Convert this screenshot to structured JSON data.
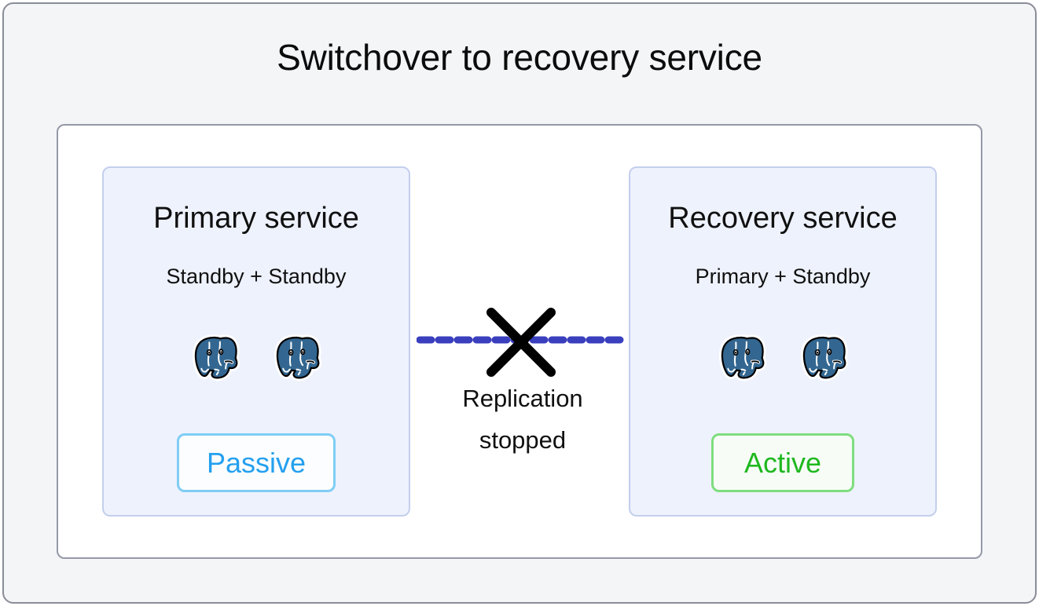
{
  "diagram": {
    "title": "Switchover to recovery service",
    "type": "database-failover-topology"
  },
  "services": [
    {
      "name": "Primary service",
      "roles": "Standby + Standby",
      "nodes": [
        "postgresql-elephant-icon",
        "postgresql-elephant-icon"
      ],
      "node_count": 2,
      "status": "Passive",
      "status_color": "#24a0ef",
      "status_border_color": "#7fcdf5"
    },
    {
      "name": "Recovery service",
      "roles": "Primary + Standby",
      "nodes": [
        "postgresql-elephant-icon",
        "postgresql-elephant-icon"
      ],
      "node_count": 2,
      "status": "Active",
      "status_color": "#1fb81f",
      "status_border_color": "#7ede7e"
    }
  ],
  "connection": {
    "label_line_1": "Replication",
    "label_line_2": "stopped",
    "line_style": "dashed",
    "line_color": "#3a3fbe",
    "marker": "cross-icon",
    "marker_color": "#000000",
    "state": "broken"
  },
  "colors": {
    "page_background": "#f4f5f7",
    "panel_background": "#ffffff",
    "panel_border": "#9499a6",
    "service_box_background": "#eef2fd",
    "service_box_border": "#c3cfec",
    "postgres_blue": "#336791",
    "text": "#101010"
  }
}
